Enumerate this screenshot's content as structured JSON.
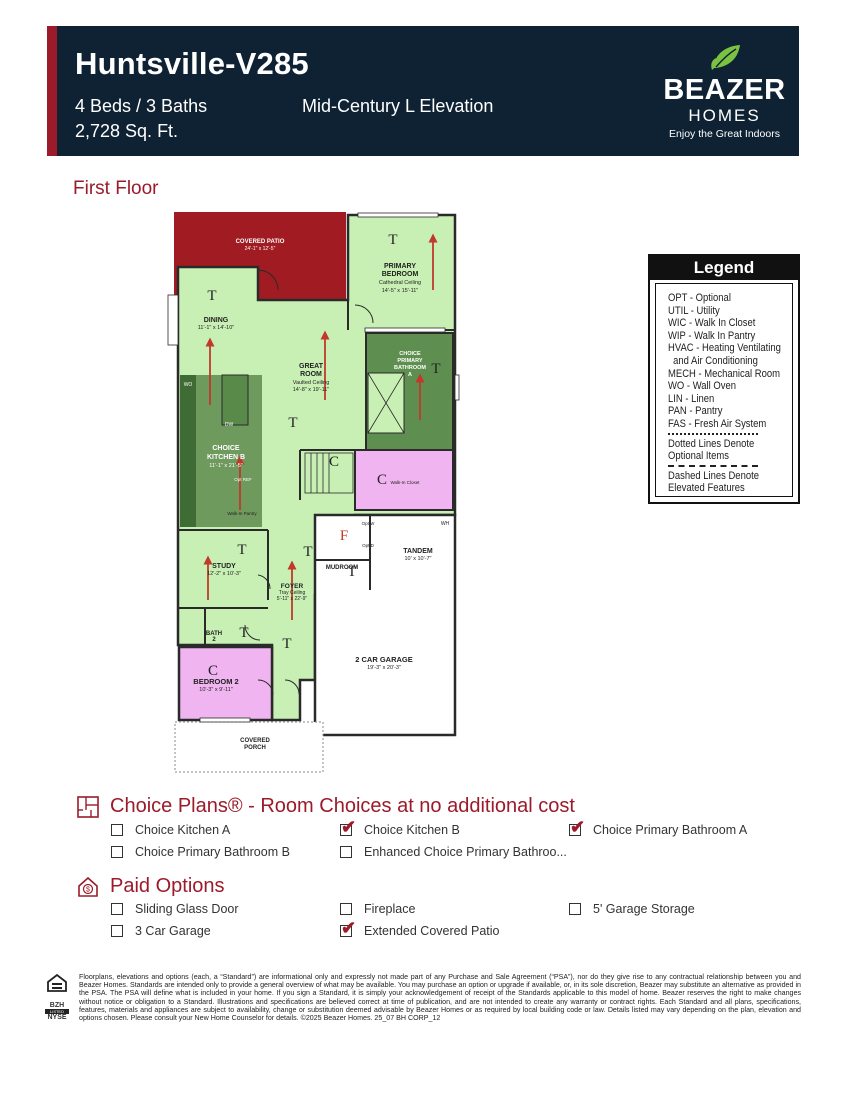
{
  "header": {
    "title": "Huntsville-V285",
    "beds_baths": "4 Beds / 3 Baths",
    "sqft": "2,728 Sq. Ft.",
    "elevation": "Mid-Century L Elevation",
    "logo_brand": "BEAZER",
    "logo_sub": "HOMES",
    "logo_tagline": "Enjoy the Great Indoors",
    "colors": {
      "bg": "#0f2233",
      "accent": "#9b1b2a"
    }
  },
  "floor_title": "First Floor",
  "plan": {
    "rooms": {
      "patio": {
        "name": "COVERED PATIO",
        "dim": "24'-1\" x 12'-5\""
      },
      "primary": {
        "name1": "PRIMARY",
        "name2": "BEDROOM",
        "note": "Cathedral Ceiling",
        "dim": "14'-5\" x 15'-11\""
      },
      "dining": {
        "name": "DINING",
        "dim": "11'-1\" x 14'-10\""
      },
      "great": {
        "name1": "GREAT",
        "name2": "ROOM",
        "note": "Vaulted Ceiling",
        "dim": "14'-8\" x 19'-11\""
      },
      "bath_a": {
        "l1": "CHOICE",
        "l2": "PRIMARY",
        "l3": "BATHROOM",
        "l4": "A"
      },
      "kitchen": {
        "name1": "CHOICE",
        "name2": "KITCHEN B",
        "dim": "11'-1\" x 21'-5\""
      },
      "wo": "WO",
      "dw": "DW",
      "opt_ref": "Opt REF",
      "pantry": "Walk-In Pantry",
      "closet": "Walk-In Closet",
      "study": {
        "name": "STUDY",
        "dim": "12'-2\" x 10'-3\""
      },
      "foyer": {
        "name": "FOYER",
        "note": "Tray Ceiling",
        "dim": "5'-11\" x 22'-9\""
      },
      "mudroom": "MUDROOM",
      "tandem": {
        "name": "TANDEM",
        "dim": "10' x 10'-7\""
      },
      "garage": {
        "name": "2 CAR GARAGE",
        "dim": "19'-3\" x 20'-3\""
      },
      "bath2": {
        "l1": "BATH",
        "l2": "2"
      },
      "bed2": {
        "name": "BEDROOM 2",
        "dim": "10'-3\" x 9'-11\""
      },
      "porch": {
        "l1": "COVERED",
        "l2": "PORCH"
      },
      "wh": "WH",
      "opt_w": "Opt W",
      "opt_d": "Opt D"
    },
    "markers": {
      "t": "T",
      "c": "C",
      "f": "F"
    },
    "colors": {
      "green": "#c8f0b4",
      "dark_green": "#5a8a4a",
      "magenta": "#f0b4f0",
      "patio_red": "#a01c22",
      "arrow": "#c0392b"
    }
  },
  "legend": {
    "title": "Legend",
    "items": [
      "OPT - Optional",
      "UTIL - Utility",
      "WIC - Walk In Closet",
      "WIP - Walk In Pantry",
      "HVAC - Heating Ventilating",
      "and Air Conditioning",
      "MECH - Mechanical Room",
      "WO - Wall Oven",
      "LIN - Linen",
      "PAN - Pantry",
      "FAS - Fresh Air System"
    ],
    "dotted_1": "Dotted Lines Denote",
    "dotted_2": "Optional Items",
    "dashed_1": "Dashed Lines Denote",
    "dashed_2": "Elevated Features"
  },
  "choice_plans": {
    "title": "Choice Plans® - Room Choices at no additional cost",
    "items": [
      {
        "label": "Choice Kitchen A",
        "checked": false
      },
      {
        "label": "Choice Kitchen B",
        "checked": true
      },
      {
        "label": "Choice Primary Bathroom A",
        "checked": true
      },
      {
        "label": "Choice Primary Bathroom B",
        "checked": false
      },
      {
        "label": "Enhanced Choice Primary Bathroo...",
        "checked": false
      }
    ]
  },
  "paid_options": {
    "title": "Paid Options",
    "items": [
      {
        "label": "Sliding Glass Door",
        "checked": false
      },
      {
        "label": "Fireplace",
        "checked": false
      },
      {
        "label": "5' Garage Storage",
        "checked": false
      },
      {
        "label": "3 Car Garage",
        "checked": false
      },
      {
        "label": "Extended Covered Patio",
        "checked": true
      }
    ]
  },
  "check_glyph": "✔",
  "eho": {
    "bzh": "BZH",
    "nyse": "NYSE",
    "listed": "LISTED"
  },
  "disclaimer": "Floorplans, elevations and options (each, a “Standard”) are informational only and expressly not made part of any Purchase and Sale Agreement (“PSA”), nor do they give rise to any contractual relationship between you and Beazer Homes. Standards are intended only to provide a general overview of what may be available. You may purchase an option or upgrade if available, or, in its sole discretion, Beazer may substitute an alternative as provided in the PSA. The PSA will define what is included in your home. If you sign a Standard, it is simply your acknowledgement of receipt of the Standards applicable to this model of home. Beazer reserves the right to make changes without notice or obligation to a Standard. Illustrations and specifications are believed correct at time of publication, and are not intended to create any warranty or contract rights. Each Standard and all plans, specifications, features, materials and appliances are subject to availability, change or substitution deemed advisable by Beazer Homes or as required by local building code or law. Details listed may vary depending on the plan, elevation and options chosen. Please consult your New Home Counselor for details. ©2025 Beazer Homes. 25_07 BH CORP_12"
}
